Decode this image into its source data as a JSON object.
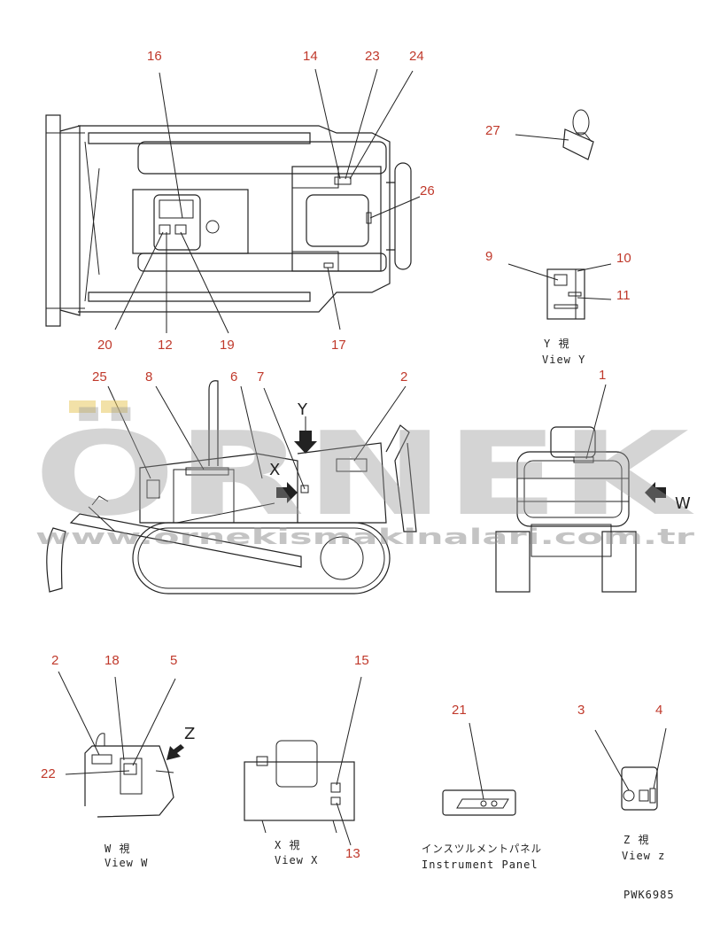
{
  "callouts": {
    "c1": "1",
    "c2": "2",
    "c2b": "2",
    "c3": "3",
    "c4": "4",
    "c5": "5",
    "c6": "6",
    "c7": "7",
    "c8": "8",
    "c9": "9",
    "c10": "10",
    "c11": "11",
    "c12": "12",
    "c13": "13",
    "c14": "14",
    "c15": "15",
    "c16": "16",
    "c17": "17",
    "c18": "18",
    "c19": "19",
    "c20": "20",
    "c21": "21",
    "c22": "22",
    "c23": "23",
    "c24": "24",
    "c25": "25",
    "c26": "26",
    "c27": "27"
  },
  "view_letters": {
    "y": "Y",
    "x": "X",
    "w": "W",
    "z": "Z"
  },
  "captions": {
    "view_y_jp": "Y 視",
    "view_y": "View Y",
    "view_w_jp": "W 視",
    "view_w": "View W",
    "view_x_jp": "X 視",
    "view_x": "View X",
    "panel_jp": "インスツルメントパネル",
    "panel": "Instrument Panel",
    "view_z_jp": "Z 視",
    "view_z": "View z"
  },
  "watermark": {
    "brand": "ÖRNEK",
    "url": "www.ornekismakinalari.com.tr"
  },
  "figure_code": "PWK6985"
}
